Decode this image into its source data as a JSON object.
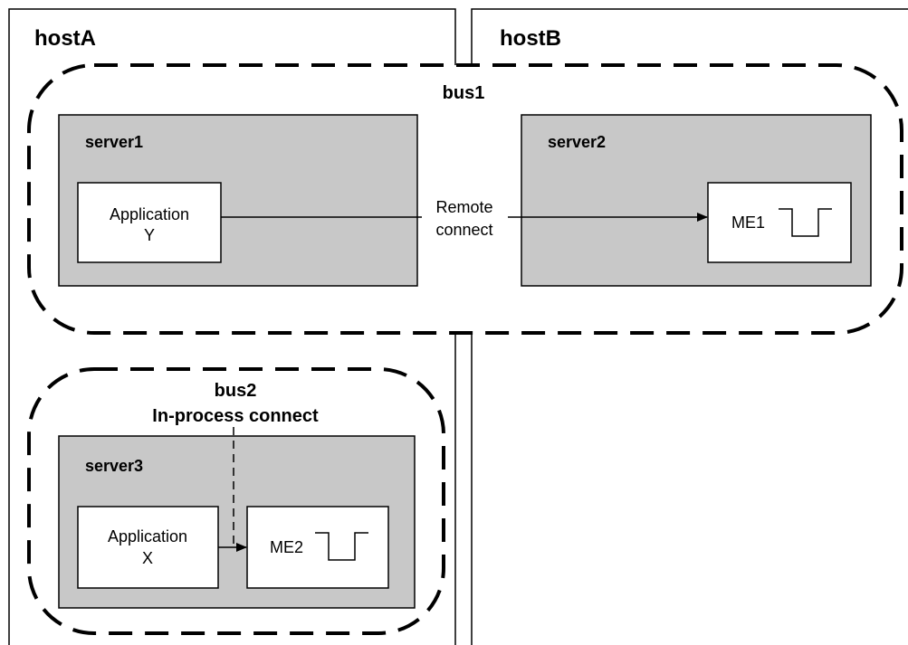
{
  "hosts": [
    {
      "label": "hostA"
    },
    {
      "label": "hostB"
    }
  ],
  "buses": [
    {
      "label": "bus1"
    },
    {
      "label": "bus2"
    }
  ],
  "servers": [
    {
      "label": "server1"
    },
    {
      "label": "server2"
    },
    {
      "label": "server3"
    }
  ],
  "applications": [
    {
      "line1": "Application",
      "line2": "Y"
    },
    {
      "line1": "Application",
      "line2": "X"
    }
  ],
  "messaging_engines": [
    {
      "label": "ME1"
    },
    {
      "label": "ME2"
    }
  ],
  "connections": {
    "remote": {
      "line1": "Remote",
      "line2": "connect"
    },
    "in_process": {
      "label": "In-process connect"
    }
  },
  "colors": {
    "server_fill": "#c8c8c8",
    "box_fill": "#ffffff",
    "stroke": "#000000"
  }
}
